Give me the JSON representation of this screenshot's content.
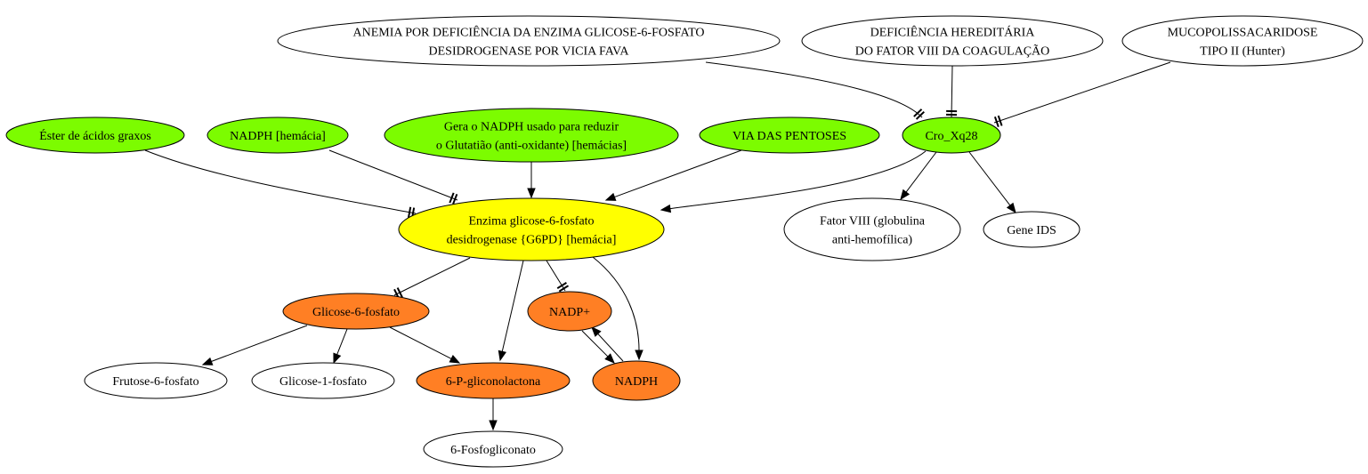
{
  "colors": {
    "green": "#7CFC00",
    "yellow": "#FFFF00",
    "orange": "#FF7F24",
    "white": "#FFFFFF",
    "stroke": "#000000"
  },
  "nodes": {
    "anemia": {
      "lines": [
        "ANEMIA POR DEFICIÊNCIA DA ENZIMA GLICOSE-6-FOSFATO",
        "DESIDROGENASE POR VICIA FAVA"
      ],
      "fill": "white"
    },
    "fator_viii_def": {
      "lines": [
        "DEFICIÊNCIA HEREDITÁRIA",
        "DO FATOR VIII DA COAGULAÇÃO"
      ],
      "fill": "white"
    },
    "hunter": {
      "lines": [
        "MUCOPOLISSACARIDOSE",
        "TIPO II (Hunter)"
      ],
      "fill": "white"
    },
    "ester": {
      "lines": [
        "Éster de ácidos graxos"
      ],
      "fill": "green"
    },
    "nadph_hemacia": {
      "lines": [
        "NADPH [hemácia]"
      ],
      "fill": "green"
    },
    "gera": {
      "lines": [
        "Gera o NADPH usado para reduzir",
        "o Glutatião (anti-oxidante) [hemácias]"
      ],
      "fill": "green"
    },
    "via": {
      "lines": [
        "VIA DAS PENTOSES"
      ],
      "fill": "green"
    },
    "cro": {
      "lines": [
        "Cro_Xq28"
      ],
      "fill": "green"
    },
    "g6pd": {
      "lines": [
        "Enzima glicose-6-fosfato",
        "desidrogenase {G6PD} [hemácia]"
      ],
      "fill": "yellow"
    },
    "fator_viii": {
      "lines": [
        "Fator VIII (globulina",
        "anti-hemofílica)"
      ],
      "fill": "white"
    },
    "gene_ids": {
      "lines": [
        "Gene IDS"
      ],
      "fill": "white"
    },
    "g6f": {
      "lines": [
        "Glicose-6-fosfato"
      ],
      "fill": "orange"
    },
    "nadp_plus": {
      "lines": [
        "NADP+"
      ],
      "fill": "orange"
    },
    "f6f": {
      "lines": [
        "Frutose-6-fosfato"
      ],
      "fill": "white"
    },
    "g1f": {
      "lines": [
        "Glicose-1-fosfato"
      ],
      "fill": "white"
    },
    "pgl": {
      "lines": [
        "6-P-gliconolactona"
      ],
      "fill": "orange"
    },
    "nadph": {
      "lines": [
        "NADPH"
      ],
      "fill": "orange"
    },
    "fosfogliconato": {
      "lines": [
        "6-Fosfogliconato"
      ],
      "fill": "white"
    }
  },
  "edges": [
    {
      "from": "anemia",
      "to": "cro",
      "marker": "tee"
    },
    {
      "from": "fator_viii_def",
      "to": "cro",
      "marker": "tee"
    },
    {
      "from": "hunter",
      "to": "cro",
      "marker": "tee"
    },
    {
      "from": "ester",
      "to": "g6pd",
      "marker": "tee"
    },
    {
      "from": "nadph_hemacia",
      "to": "g6pd",
      "marker": "tee"
    },
    {
      "from": "gera",
      "to": "g6pd",
      "marker": "arrow"
    },
    {
      "from": "via",
      "to": "g6pd",
      "marker": "arrow"
    },
    {
      "from": "cro",
      "to": "g6pd",
      "marker": "arrow"
    },
    {
      "from": "cro",
      "to": "fator_viii",
      "marker": "arrow"
    },
    {
      "from": "cro",
      "to": "gene_ids",
      "marker": "arrow"
    },
    {
      "from": "g6pd",
      "to": "g6f",
      "marker": "tee"
    },
    {
      "from": "g6pd",
      "to": "pgl",
      "marker": "arrow"
    },
    {
      "from": "g6pd",
      "to": "nadp_plus",
      "marker": "tee"
    },
    {
      "from": "g6pd",
      "to": "nadph",
      "marker": "arrow"
    },
    {
      "from": "g6f",
      "to": "f6f",
      "marker": "arrow"
    },
    {
      "from": "g6f",
      "to": "g1f",
      "marker": "arrow"
    },
    {
      "from": "g6f",
      "to": "pgl",
      "marker": "arrow"
    },
    {
      "from": "nadp_plus",
      "to": "nadph",
      "marker": "arrow"
    },
    {
      "from": "nadph",
      "to": "nadp_plus",
      "marker": "arrow"
    },
    {
      "from": "pgl",
      "to": "fosfogliconato",
      "marker": "arrow"
    }
  ]
}
